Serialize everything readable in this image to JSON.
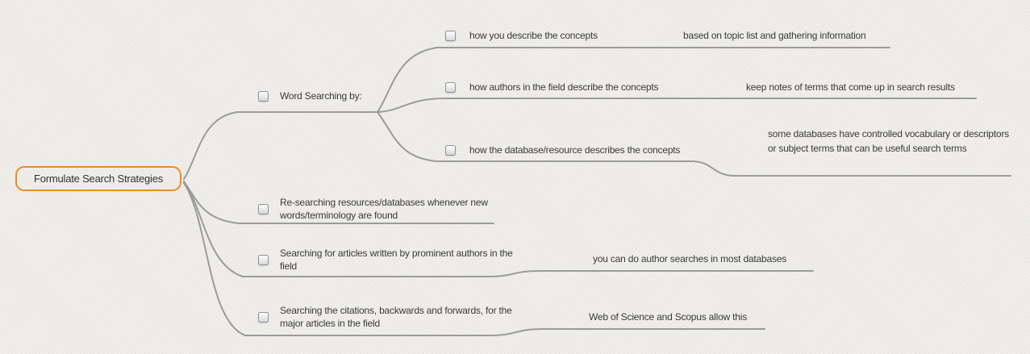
{
  "app": {
    "background": "#edebe7",
    "line_color": "#9b9b9b",
    "text_color": "#3a3a3b",
    "accent_color": "#ef8a24"
  },
  "icons": {
    "checkbox": "unchecked-square"
  },
  "root": {
    "label": "Formulate Search Strategies"
  },
  "branches": [
    {
      "label": "Word Searching by:",
      "children": [
        {
          "label": "how you describe the concepts",
          "note": "based on topic list and gathering information"
        },
        {
          "label": "how authors in the field describe the concepts",
          "note": "keep notes of terms that come up in search results"
        },
        {
          "label": "how the database/resource describes the concepts",
          "note": "some databases have controlled vocabulary or descriptors or subject terms that can be useful search terms"
        }
      ]
    },
    {
      "label": "Re-searching resources/databases whenever new words/terminology are found"
    },
    {
      "label": "Searching for articles written by prominent authors in the field",
      "note": "you can do author searches in most databases"
    },
    {
      "label": "Searching the citations, backwards and forwards, for the major articles in the field",
      "note": "Web of Science and Scopus allow this"
    }
  ]
}
